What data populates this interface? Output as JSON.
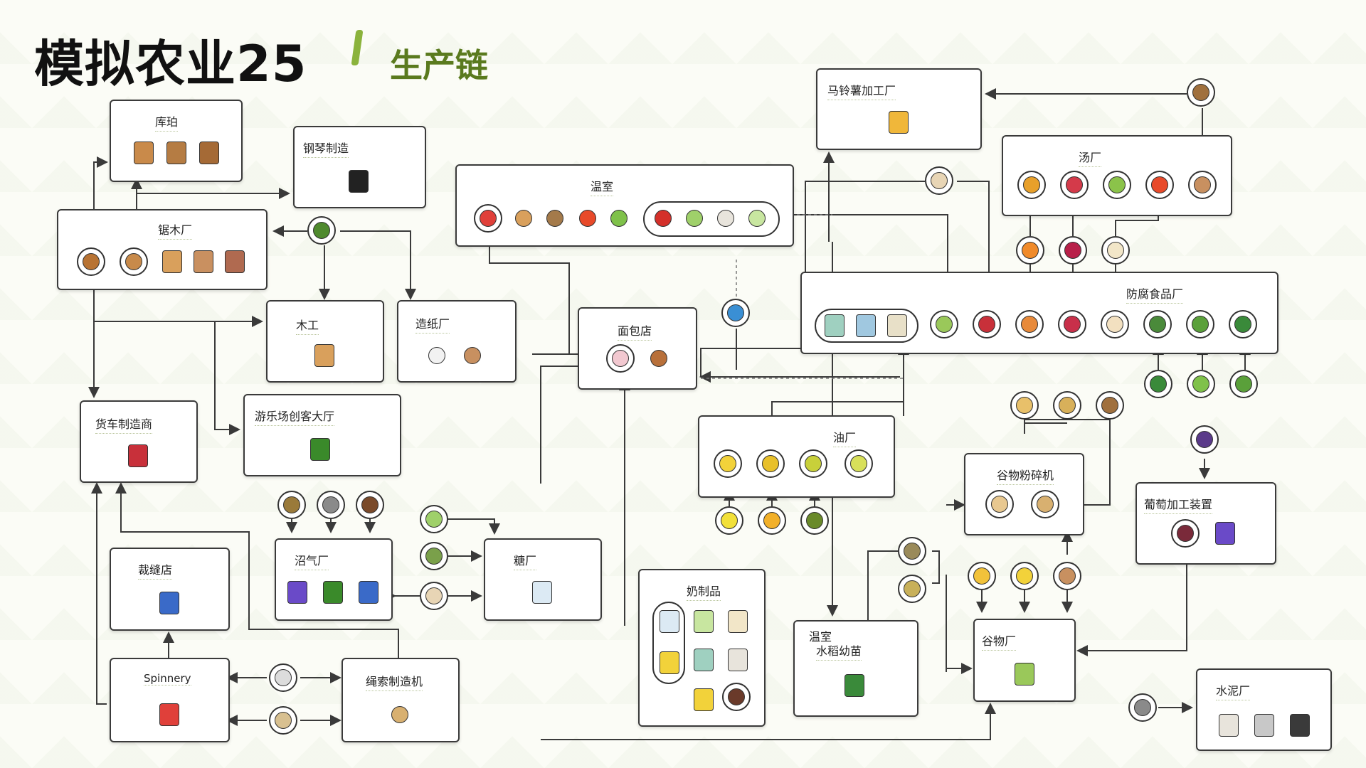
{
  "header": {
    "title": "模拟农业25",
    "subtitle": "生产链"
  },
  "nodes": {
    "cooperage": "库珀",
    "piano": "钢琴制造",
    "sawmill": "锯木厂",
    "greenhouse": "温室",
    "potato_plant": "马铃薯加工厂",
    "soup": "汤厂",
    "carpentry": "木工",
    "paper": "造纸厂",
    "bakery": "面包店",
    "preserved": "防腐食品厂",
    "wagon": "货车制造商",
    "playground": "游乐场创客大厅",
    "oil": "油厂",
    "grain_mill": "谷物粉碎机",
    "grape": "葡萄加工装置",
    "biogas": "沼气厂",
    "sugar": "糖厂",
    "dairy": "奶制品",
    "tailor": "裁缝店",
    "rice_greenhouse_a": "温室",
    "rice_greenhouse_b": "水稻幼苗",
    "grain_plant": "谷物厂",
    "cement": "水泥厂",
    "spinnery": "Spinnery",
    "rope": "绳索制造机"
  },
  "colors": {
    "title_accent": "#5a7a1e",
    "line": "#3a3a3a",
    "node_border": "#3a3a3a"
  },
  "icons": [
    "barrel-icon",
    "piano-icon",
    "log-icon",
    "plank-icon",
    "tree-icon",
    "strawberry-icon",
    "mushroom-icon",
    "tomato-icon",
    "lettuce-icon",
    "chili-icon",
    "spring-onion-icon",
    "garlic-icon",
    "napa-cabbage-icon",
    "potato-icon",
    "egg-icon",
    "soup-can-icon",
    "carrot-icon",
    "beet-icon",
    "parsnip-icon",
    "water-drop-icon",
    "cake-icon",
    "bread-icon",
    "jar-icon",
    "spinach-icon",
    "pea-icon",
    "green-bean-icon",
    "wheat-icon",
    "oat-icon",
    "sorghum-icon",
    "grape-icon",
    "wine-icon",
    "juice-icon",
    "oil-bottle-icon",
    "sunflower-icon",
    "canola-icon",
    "olive-icon",
    "flour-bag-icon",
    "sugar-cube-icon",
    "milk-icon",
    "butter-icon",
    "cheese-icon",
    "chocolate-icon",
    "clothes-icon",
    "fabric-icon",
    "wool-icon",
    "cotton-icon",
    "rope-icon",
    "rice-seedling-icon",
    "cereal-box-icon",
    "cement-bag-icon",
    "stone-icon",
    "wagon-icon",
    "tractor-icon",
    "table-icon",
    "paper-roll-icon",
    "potato-chips-icon",
    "battery-icon",
    "fuel-tank-icon",
    "manure-icon"
  ]
}
